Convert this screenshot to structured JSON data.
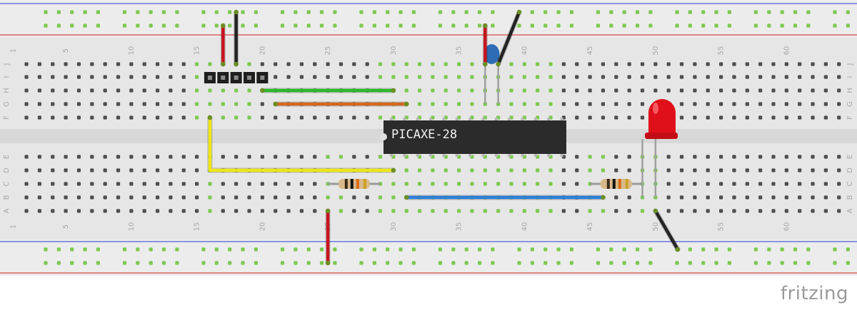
{
  "breadboard": {
    "column_labels": [
      "1",
      "5",
      "10",
      "15",
      "20",
      "25",
      "30",
      "35",
      "40",
      "45",
      "50",
      "55",
      "60"
    ],
    "row_labels_top": [
      "J",
      "I",
      "H",
      "G",
      "F"
    ],
    "row_labels_bottom": [
      "E",
      "D",
      "C",
      "B",
      "A"
    ]
  },
  "chip": {
    "label": "PICAXE-28"
  },
  "brand": "fritzing",
  "colors": {
    "board": "#ececec",
    "rail_red": "#d61e1e",
    "rail_blue": "#2a3bd6",
    "hole": "#4d4d4d",
    "hole_active": "#7ec850",
    "wire_red": "#c8141e",
    "wire_black": "#232323",
    "wire_green": "#2db92d",
    "wire_orange": "#d2691e",
    "wire_yellow": "#f0e614",
    "wire_blue": "#2f7ed8",
    "chip_body": "#2b2b2b",
    "led": "#e0101a",
    "capacitor": "#2e6db4"
  },
  "icons": [
    "breadboard-icon",
    "ic-chip-icon",
    "resistor-icon",
    "led-icon",
    "capacitor-icon",
    "header-pin-icon"
  ]
}
